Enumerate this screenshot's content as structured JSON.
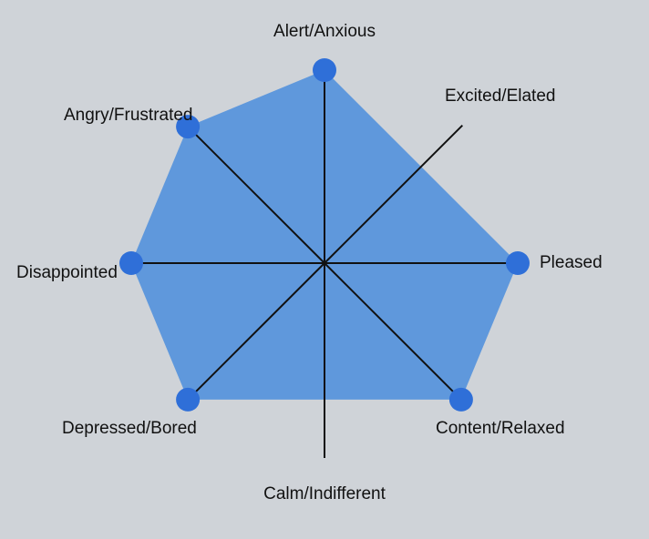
{
  "chart_data": {
    "type": "radar",
    "title": "",
    "axes": [
      {
        "label": "Alert/Anxious"
      },
      {
        "label": "Excited/Elated"
      },
      {
        "label": "Pleased"
      },
      {
        "label": "Content/Relaxed"
      },
      {
        "label": "Calm/Indifferent"
      },
      {
        "label": "Depressed/Bored"
      },
      {
        "label": "Disappointed"
      },
      {
        "label": "Angry/Frustrated"
      }
    ],
    "series": [
      {
        "values": [
          1.0,
          null,
          1.0,
          1.0,
          null,
          1.0,
          1.0,
          1.0
        ]
      }
    ],
    "range": [
      0,
      1
    ],
    "grid": false,
    "colors": {
      "fill": "#5f98dc",
      "point": "#2f6fd8",
      "axis": "#111111",
      "background": "#cfd3d8"
    }
  }
}
